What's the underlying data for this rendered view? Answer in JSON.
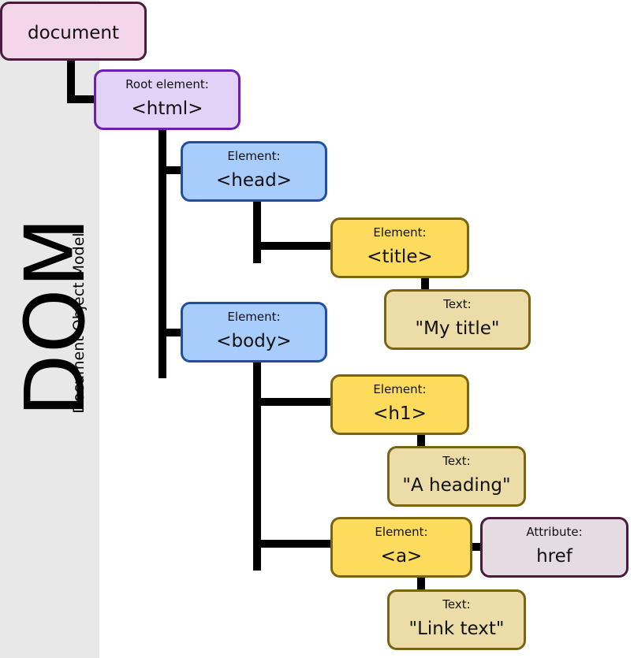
{
  "sidebar": {
    "title": "DOM",
    "subtitle": "Document Object Model"
  },
  "nodes": {
    "document": {
      "label": "document"
    },
    "html": {
      "kind": "Root element:",
      "label": "<html>"
    },
    "head": {
      "kind": "Element:",
      "label": "<head>"
    },
    "title": {
      "kind": "Element:",
      "label": "<title>"
    },
    "title_text": {
      "kind": "Text:",
      "label": "\"My title\""
    },
    "body": {
      "kind": "Element:",
      "label": "<body>"
    },
    "h1": {
      "kind": "Element:",
      "label": "<h1>"
    },
    "h1_text": {
      "kind": "Text:",
      "label": "\"A heading\""
    },
    "a": {
      "kind": "Element:",
      "label": "<a>"
    },
    "a_attr": {
      "kind": "Attribute:",
      "label": "href"
    },
    "a_text": {
      "kind": "Text:",
      "label": "\"Link text\""
    }
  },
  "colors": {
    "document_fill": "#f4d6ea",
    "root_fill": "#e3d2f7",
    "element_blue_fill": "#a8cdfd",
    "element_yellow_fill": "#fddb5c",
    "text_fill": "#ecdca7",
    "attribute_fill": "#e5dce3",
    "connector": "#000000"
  }
}
